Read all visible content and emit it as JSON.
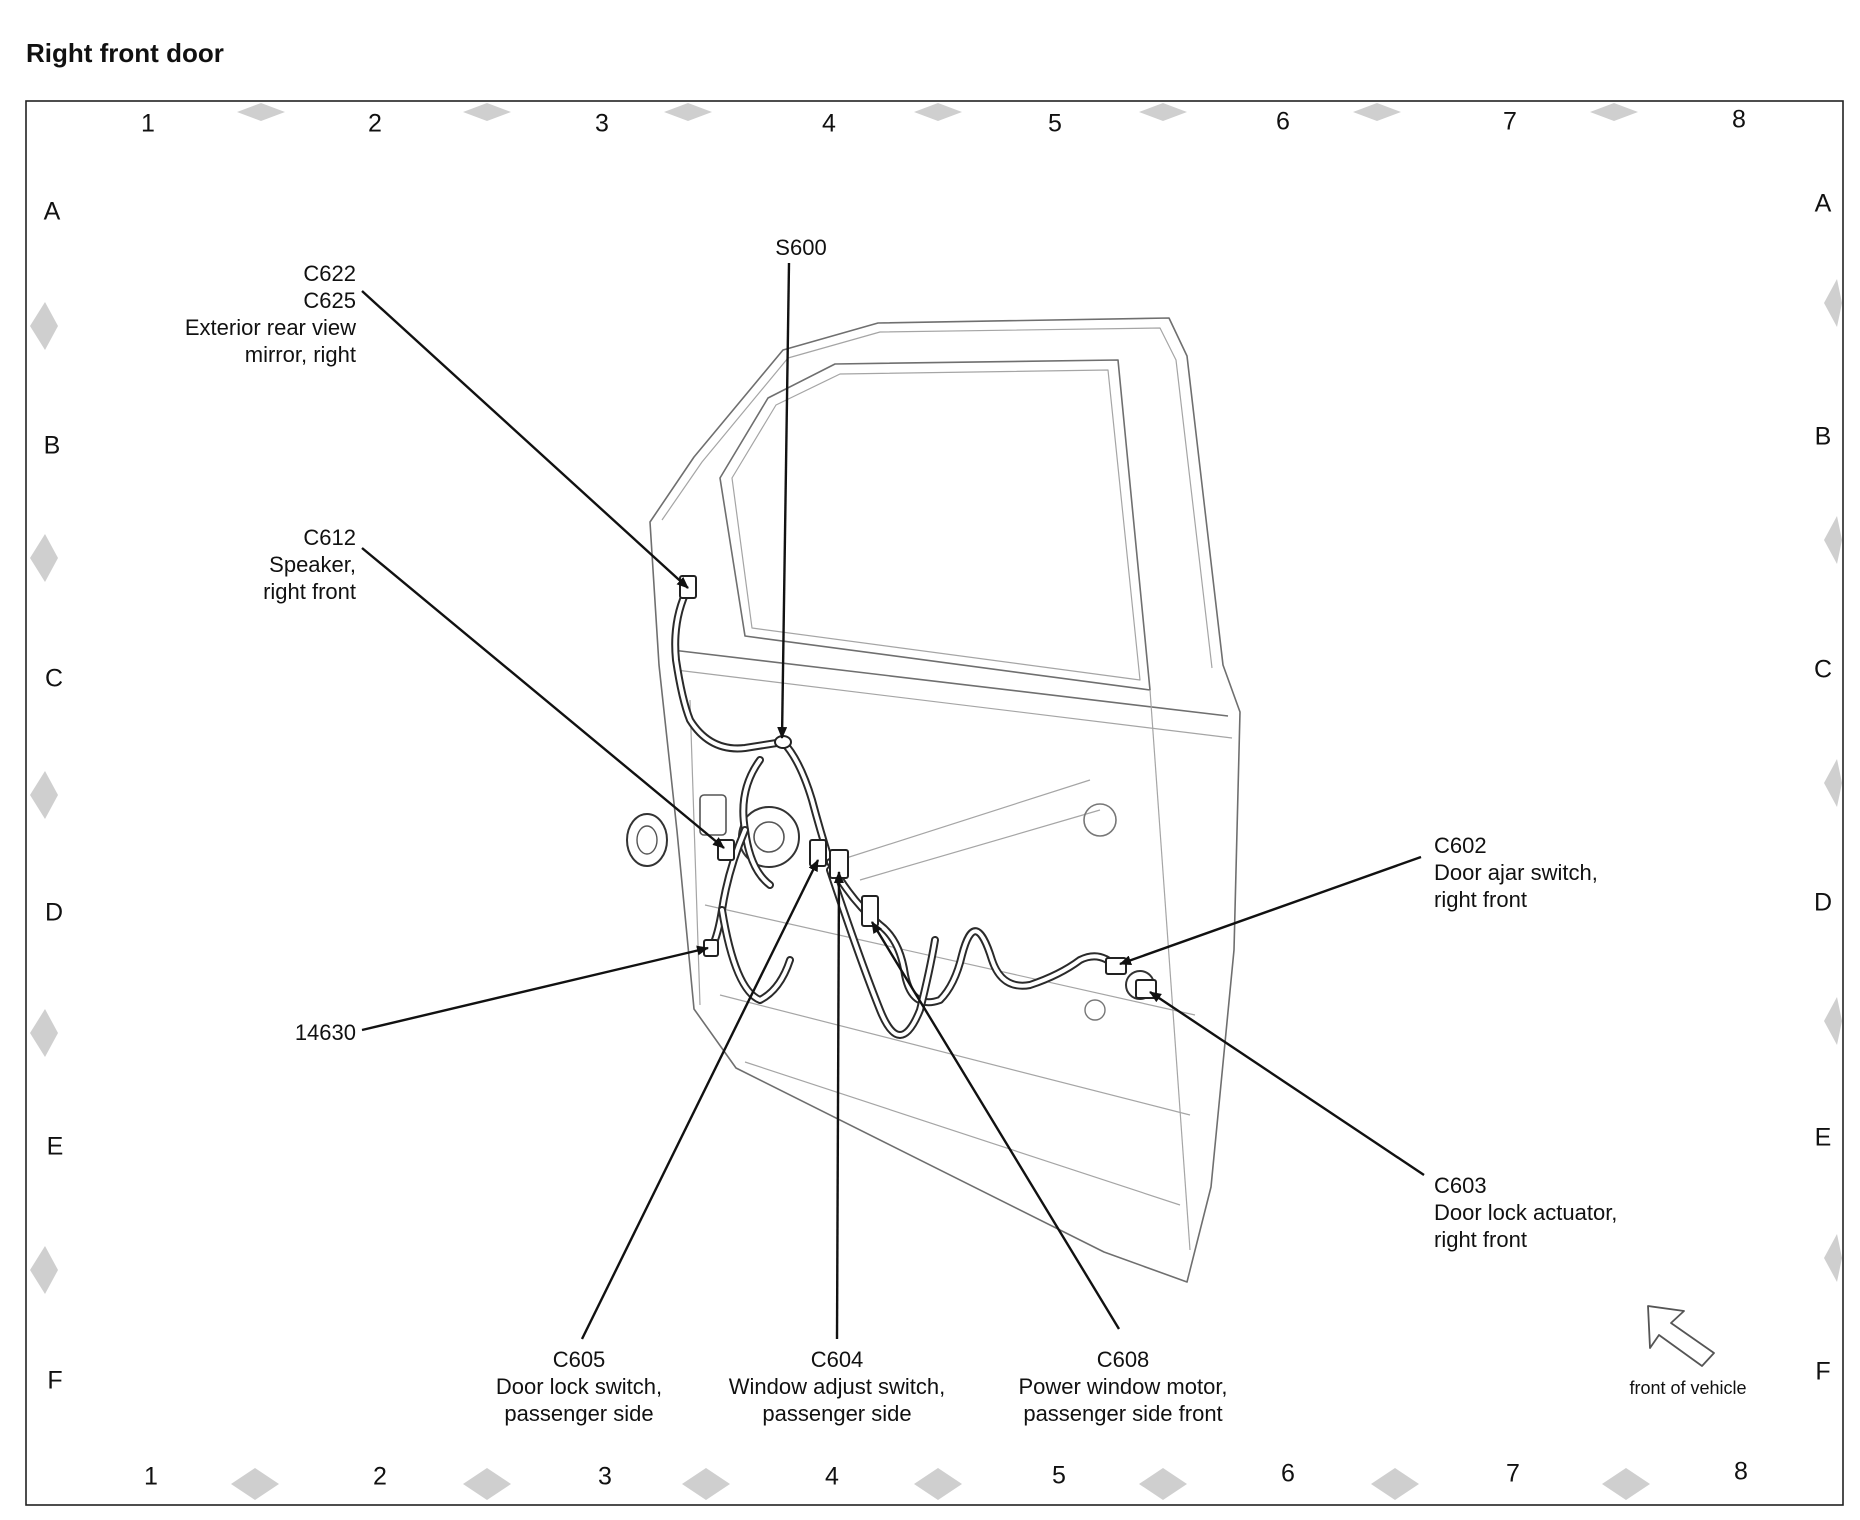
{
  "title": "Right front door",
  "grid": {
    "columns": [
      "1",
      "2",
      "3",
      "4",
      "5",
      "6",
      "7",
      "8"
    ],
    "rows": [
      "A",
      "B",
      "C",
      "D",
      "E",
      "F"
    ]
  },
  "callouts": {
    "c622": {
      "lines": [
        "C622",
        "C625",
        "Exterior rear view",
        "mirror, right"
      ]
    },
    "s600": {
      "lines": [
        "S600"
      ]
    },
    "c612": {
      "lines": [
        "C612",
        "Speaker,",
        "right front"
      ]
    },
    "n14630": {
      "lines": [
        "14630"
      ]
    },
    "c602": {
      "lines": [
        "C602",
        "Door ajar switch,",
        "right front"
      ]
    },
    "c603": {
      "lines": [
        "C603",
        "Door lock actuator,",
        "right front"
      ]
    },
    "c605": {
      "lines": [
        "C605",
        "Door lock switch,",
        "passenger side"
      ]
    },
    "c604": {
      "lines": [
        "C604",
        "Window adjust switch,",
        "passenger side"
      ]
    },
    "c608": {
      "lines": [
        "C608",
        "Power window motor,",
        "passenger side front"
      ]
    }
  },
  "orientation": {
    "label": "front of vehicle",
    "icon": "arrow-up-left-icon"
  },
  "colors": {
    "line": "#111111",
    "door_outline": "#6f6f6f",
    "grid_marker": "#cfcfcf"
  }
}
